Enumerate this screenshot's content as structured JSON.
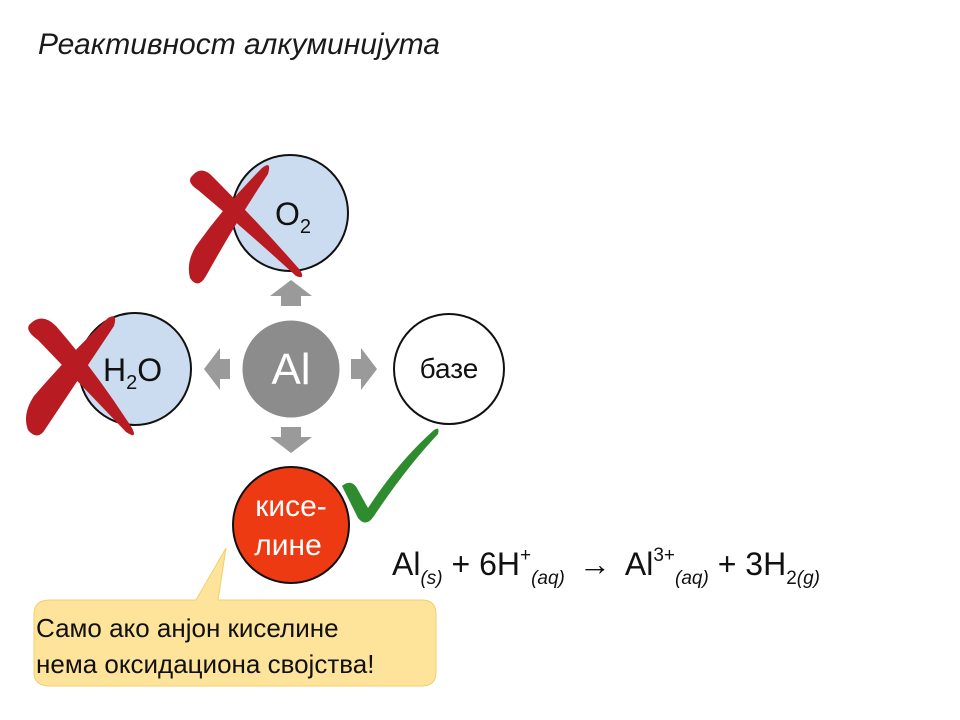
{
  "slide": {
    "title": "Реактивност алкуминијута"
  },
  "nodes": {
    "center": {
      "label": "Al"
    },
    "oxygen": {
      "label": "O",
      "sub": "2"
    },
    "water": {
      "label_h": "H",
      "sub": "2",
      "label_o": "O"
    },
    "bases": {
      "label": "базе"
    },
    "acids": {
      "line1": "кисе-",
      "line2": "лине"
    }
  },
  "equation": {
    "al": "Al",
    "al_state": "(s)",
    "plus1": " + 6H",
    "h_charge": "+",
    "h_state": "(aq)",
    "arrow": "→",
    "al_ion": "Al",
    "al_charge": "3+",
    "al_ion_state": "(aq)",
    "plus2": " + 3H",
    "h2_sub": "2",
    "h2_state": "(g)"
  },
  "callout": {
    "line1": "Само ако анјон киселине",
    "line2": "нема оксидациона својства!"
  },
  "colors": {
    "center": "#8c8c8c",
    "blocked_fill": "#ccdcf0",
    "acid_fill": "#ee3a12",
    "cross": "#b81c22",
    "check": "#2e8b2e",
    "arrow": "#9a9a9a",
    "callout_fill": "#fde49a"
  }
}
